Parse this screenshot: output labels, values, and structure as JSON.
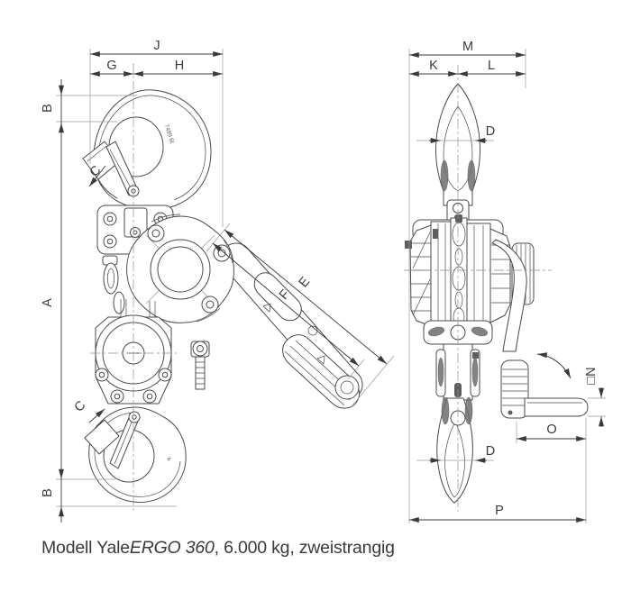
{
  "figure": {
    "background": "#ffffff",
    "line_color": "#4a4a4a",
    "dim_color": "#3a3a3a",
    "ext_color": "#9b9b9b",
    "caption": {
      "prefix": "Modell Yale",
      "model_italic": "ERGO 360",
      "suffix": ", 6.000 kg, zweistrangig"
    },
    "front_view": {
      "dims": {
        "A": "A",
        "B_top": "B",
        "B_bottom": "B",
        "C_top": "C",
        "C_bottom": "C",
        "E": "E",
        "F": "F",
        "G": "G",
        "H": "H",
        "J": "J"
      },
      "hook_marking_top": "7499 6t",
      "hook_marking_bottom": "4"
    },
    "side_view": {
      "dims": {
        "D_top": "D",
        "D_bottom": "D",
        "K": "K",
        "L": "L",
        "M": "M",
        "N": "□N",
        "O": "O",
        "P": "P"
      }
    }
  }
}
